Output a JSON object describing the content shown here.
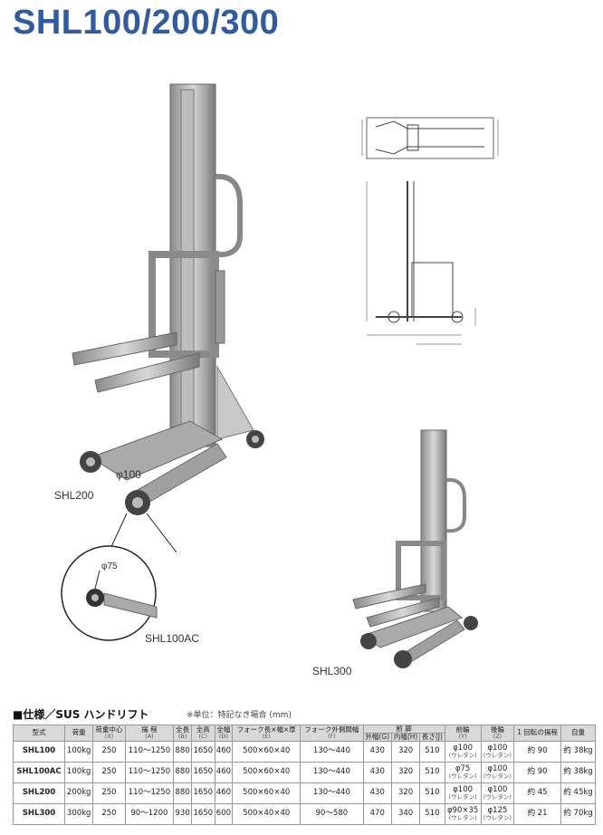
{
  "title": "SHL100/200/300",
  "labels": {
    "shl200": "SHL200",
    "shl100ac": "SHL100AC",
    "shl300": "SHL300",
    "wheel_main": "φ100",
    "wheel_detail": "φ75"
  },
  "spec": {
    "heading": "■仕様／SUS ハンドリフト",
    "note": "※単位：特記なき場合 (mm)",
    "header_row1": [
      "型式",
      "荷重",
      "荷重中心",
      "揚 程",
      "全長",
      "全高",
      "全幅",
      "フォーク長×幅×厚",
      "フォーク外側間幅",
      "前 脚",
      "前輪",
      "後輪",
      "1 回転の揚程",
      "自重"
    ],
    "header_row1_sub": [
      "",
      "",
      "(X)",
      "(A)",
      "(B)",
      "(C)",
      "(D)",
      "(E)",
      "(F)",
      "",
      "(Y)",
      "(Z)",
      "",
      ""
    ],
    "header_row2": [
      "外幅(G)",
      "内幅(H)",
      "長さ(J)"
    ],
    "rows": [
      {
        "model": "SHL100",
        "load": "100kg",
        "center": "250",
        "lift": "110～1250",
        "length": "880",
        "height": "1650",
        "width": "460",
        "fork": "500×60×40",
        "fork_outer": "130～440",
        "g": "430",
        "h": "320",
        "j": "510",
        "front": "φ100",
        "front_sub": "(ウレタン)",
        "rear": "φ100",
        "rear_sub": "(ウレタン)",
        "per_turn": "約 90",
        "weight": "約 38kg"
      },
      {
        "model": "SHL100AC",
        "load": "100kg",
        "center": "250",
        "lift": "110～1250",
        "length": "880",
        "height": "1650",
        "width": "460",
        "fork": "500×60×40",
        "fork_outer": "130～440",
        "g": "430",
        "h": "320",
        "j": "510",
        "front": "φ75",
        "front_sub": "(ウレタン)",
        "rear": "φ100",
        "rear_sub": "(ウレタン)",
        "per_turn": "約 90",
        "weight": "約 38kg"
      },
      {
        "model": "SHL200",
        "load": "200kg",
        "center": "250",
        "lift": "110～1250",
        "length": "880",
        "height": "1650",
        "width": "460",
        "fork": "500×60×40",
        "fork_outer": "130～440",
        "g": "430",
        "h": "320",
        "j": "510",
        "front": "φ100",
        "front_sub": "(ウレタン)",
        "rear": "φ100",
        "rear_sub": "(ウレタン)",
        "per_turn": "約 45",
        "weight": "約 45kg"
      },
      {
        "model": "SHL300",
        "load": "300kg",
        "center": "250",
        "lift": "90～1200",
        "length": "930",
        "height": "1650",
        "width": "600",
        "fork": "500×40×40",
        "fork_outer": "90～580",
        "g": "470",
        "h": "340",
        "j": "510",
        "front": "φ90×35",
        "front_sub": "(ウレタン)",
        "rear": "φ125",
        "rear_sub": "(ウレタン)",
        "per_turn": "約 21",
        "weight": "約 70kg"
      }
    ]
  }
}
